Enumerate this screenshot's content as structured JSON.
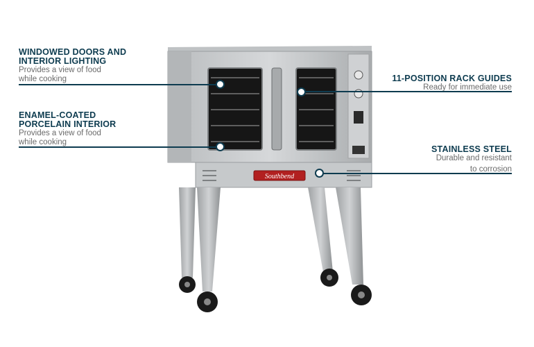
{
  "brand_plate": "Southbend",
  "callouts": {
    "windowed_doors": {
      "title_line1": "WINDOWED DOORS AND",
      "title_line2": "INTERIOR LIGHTING",
      "desc_line1": "Provides a view of food",
      "desc_line2": "while cooking"
    },
    "enamel_interior": {
      "title_line1": "ENAMEL-COATED",
      "title_line2": "PORCELAIN INTERIOR",
      "desc_line1": "Provides a view of food",
      "desc_line2": "while cooking"
    },
    "rack_guides": {
      "title": "11-POSITION RACK GUIDES",
      "desc": "Ready for immediate use"
    },
    "stainless_steel": {
      "title": "STAINLESS STEEL",
      "desc_line1": "Durable and resistant",
      "desc_line2": "to corrosion"
    }
  },
  "colors": {
    "accent": "#0d3b4f",
    "steel": "#c9ccce",
    "window": "#1a1a1a",
    "plate_red": "#b22020"
  }
}
